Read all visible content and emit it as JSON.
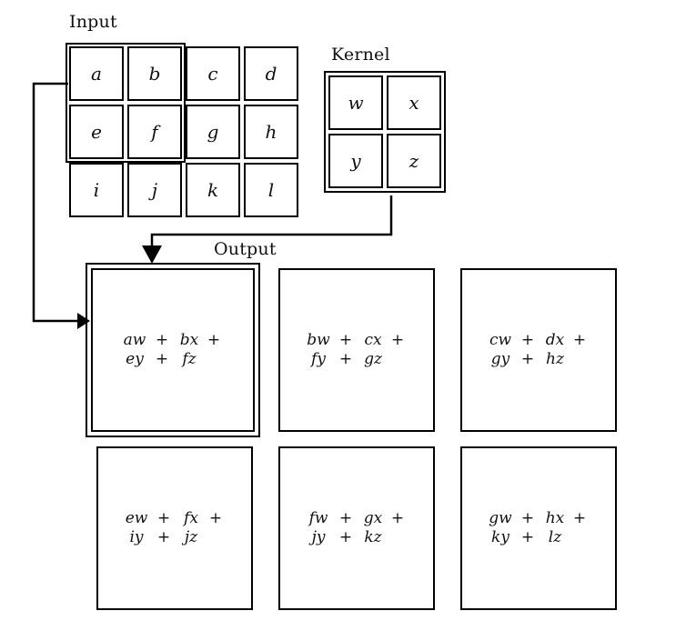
{
  "figure": {
    "title_input": "Input",
    "title_kernel": "Kernel",
    "title_output": "Output",
    "line_color": "#000000",
    "text_color": "#111111",
    "background": "#ffffff"
  },
  "input": {
    "label": "Input",
    "rows": 3,
    "cols": 4,
    "cells": [
      [
        "a",
        "b",
        "c",
        "d"
      ],
      [
        "e",
        "f",
        "g",
        "h"
      ],
      [
        "i",
        "j",
        "k",
        "l"
      ]
    ],
    "highlight": {
      "rows": [
        0,
        1
      ],
      "cols": [
        0,
        1
      ],
      "description": "a b e f"
    }
  },
  "kernel": {
    "label": "Kernel",
    "rows": 2,
    "cols": 2,
    "cells": [
      [
        "w",
        "x"
      ],
      [
        "y",
        "z"
      ]
    ],
    "highlighted": true
  },
  "output": {
    "label": "Output",
    "rows": 2,
    "cols": 3,
    "highlight": {
      "row": 0,
      "col": 0
    },
    "cells": [
      [
        {
          "line1": [
            "aw",
            "+",
            "bx",
            "+"
          ],
          "line2": [
            "ey",
            "+",
            "fz"
          ]
        },
        {
          "line1": [
            "bw",
            "+",
            "cx",
            "+"
          ],
          "line2": [
            "fy",
            "+",
            "gz"
          ]
        },
        {
          "line1": [
            "cw",
            "+",
            "dx",
            "+"
          ],
          "line2": [
            "gy",
            "+",
            "hz"
          ]
        }
      ],
      [
        {
          "line1": [
            "ew",
            "+",
            "fx",
            "+"
          ],
          "line2": [
            "iy",
            "+",
            "jz"
          ]
        },
        {
          "line1": [
            "fw",
            "+",
            "gx",
            "+"
          ],
          "line2": [
            "jy",
            "+",
            "kz"
          ]
        },
        {
          "line1": [
            "gw",
            "+",
            "hx",
            "+"
          ],
          "line2": [
            "ky",
            "+",
            "lz"
          ]
        }
      ]
    ]
  },
  "connectors": [
    {
      "name": "input-to-output",
      "from": "input-highlight",
      "to": "output-cell-0-0",
      "arrowhead": "right"
    },
    {
      "name": "kernel-to-output",
      "from": "kernel",
      "to": "output-cell-0-0",
      "arrowhead": "down"
    }
  ]
}
